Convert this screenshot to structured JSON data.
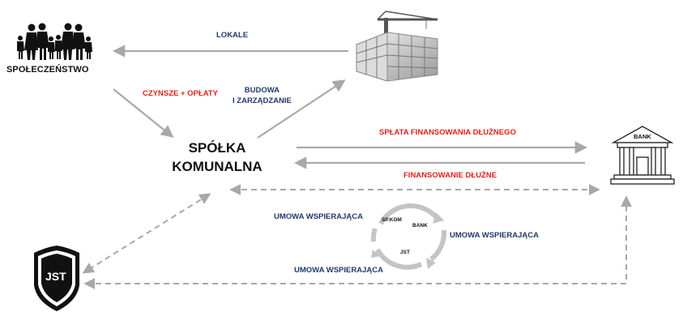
{
  "nodes": {
    "society": "SPOŁECZEŃSTWO",
    "company": "SPÓŁKA\nKOMUNALNA",
    "bank": "BANK",
    "jst": "JST"
  },
  "flows": {
    "premises": "LOKALE",
    "rent_fees": "CZYNSZE + OPŁATY",
    "build_manage": "BUDOWA\nI ZARZĄDZANIE",
    "debt_repayment": "SPŁATA FINANSOWANIA DŁUŻNEGO",
    "debt_financing": "FINANSOWANIE DŁUŻNE",
    "support_agreement_left": "UMOWA WSPIERAJĄCA",
    "support_agreement_right": "UMOWA WSPIERAJĄCA",
    "support_agreement_bottom": "UMOWA WSPIERAJĄCA"
  },
  "cycle": {
    "sp_kom": "SP.KOM",
    "bank": "BANK",
    "jst": "JST"
  },
  "colors": {
    "arrow": "#a8a8a8",
    "blue_text": "#1f3a6b",
    "red_text": "#e0201b"
  },
  "icons": {
    "society": "family-people-icon",
    "building": "construction-crane-icon",
    "bank": "bank-building-icon",
    "jst": "shield-icon"
  }
}
